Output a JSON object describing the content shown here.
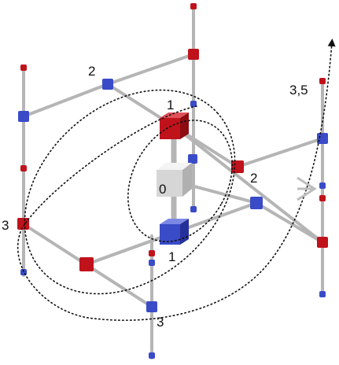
{
  "labels": {
    "center": "0",
    "top_red": "1",
    "bottom_blue": "1",
    "upper_left_blue": "2",
    "mid_right_red": "2",
    "left_red": "3",
    "bottom_blue_far": "3",
    "arrow_tip": "3,5"
  },
  "colors": {
    "red_cube": "#c0121b",
    "blue_cube": "#3a4bc8",
    "grey_cube": "#cfcfcf",
    "bond": "#b8b8b8",
    "dotted_path": "#111111"
  }
}
